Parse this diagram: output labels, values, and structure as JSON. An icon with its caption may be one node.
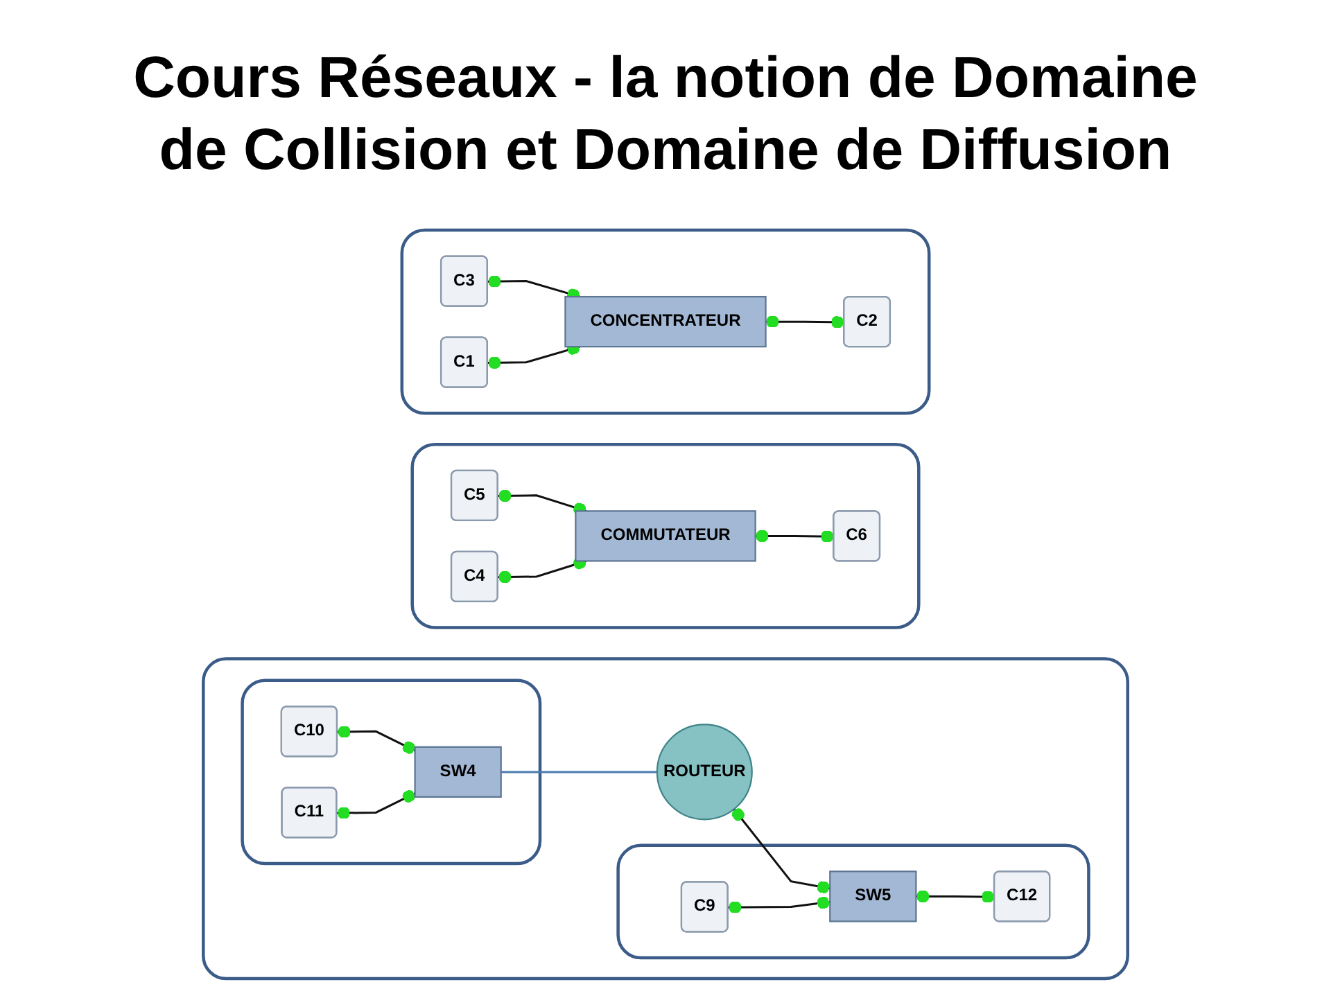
{
  "diagram": {
    "title": "Cours Réseaux - la notion de Domaine de Collision et Domaine de Diffusion",
    "nodes": [
      {
        "text": [],
        "shape": "box"
      },
      {
        "text": [
          "C3"
        ],
        "in": 0
      },
      {
        "text": [
          "C1"
        ],
        "in": 0
      },
      {
        "text": [
          "CONCENTRATEUR"
        ],
        "in": 0
      },
      {
        "text": [
          "C2"
        ],
        "in": 0
      },
      {
        "text": [],
        "shape": "box"
      },
      {
        "text": [
          "C5"
        ],
        "in": 5
      },
      {
        "text": [
          "C6"
        ],
        "in": 5
      },
      {
        "text": [
          "C4"
        ],
        "in": 5
      },
      {
        "text": [
          "COMMUTATEUR"
        ],
        "in": 5
      },
      {
        "text": [],
        "shape": "box"
      },
      {
        "text": [],
        "shape": "box",
        "in": 10
      },
      {
        "text": [
          "C10"
        ],
        "in": 11
      },
      {
        "text": [
          "C11"
        ],
        "in": 11
      },
      {
        "text": [
          "SW4"
        ],
        "in": 11
      },
      {
        "text": [
          "ROUTEUR"
        ],
        "in": 10
      },
      {
        "text": [],
        "shape": "box",
        "in": 10
      },
      {
        "text": [
          "C9"
        ],
        "in": 16
      },
      {
        "text": [
          "SW5"
        ],
        "in": 16
      },
      {
        "text": [
          "C12"
        ],
        "in": 16
      }
    ],
    "edges": [
      {
        "from": 1,
        "to": 3,
        "arrow": "other"
      },
      {
        "from": 2,
        "to": 3,
        "arrow": "other"
      },
      {
        "from": 3,
        "to": 4,
        "arrow": "other"
      },
      {
        "from": 6,
        "to": 9,
        "arrow": "other"
      },
      {
        "from": 8,
        "to": 9,
        "arrow": "other"
      },
      {
        "from": 9,
        "to": 7,
        "arrow": "other"
      },
      {
        "from": 12,
        "to": 14,
        "arrow": "other"
      },
      {
        "from": 13,
        "to": 14,
        "arrow": "other"
      },
      {
        "from": 14,
        "to": 15,
        "arrow": "none",
        "color": "#4a7bb0"
      },
      {
        "from": 15,
        "to": 18,
        "arrow": "other"
      },
      {
        "from": 17,
        "to": 18,
        "arrow": "other"
      },
      {
        "from": 18,
        "to": 19,
        "arrow": "other"
      }
    ]
  }
}
